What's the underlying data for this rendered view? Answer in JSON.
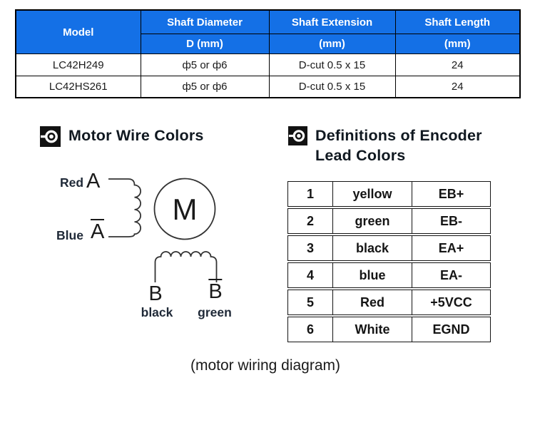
{
  "colors": {
    "header_blue": "#1470E6",
    "table_border": "#000000",
    "text_dark": "#1a1a1a"
  },
  "spec_table": {
    "header": {
      "model": "Model",
      "shaft_diameter_top": "Shaft Diameter",
      "shaft_diameter_bottom": "D (mm)",
      "shaft_extension_top": "Shaft Extension",
      "shaft_extension_bottom": "(mm)",
      "shaft_length_top": "Shaft Length",
      "shaft_length_bottom": "(mm)"
    },
    "rows": [
      {
        "model": "LC42H249",
        "diameter": "ф5 or ф6",
        "extension": "D-cut 0.5 x 15",
        "length": "24"
      },
      {
        "model": "LC42HS261",
        "diameter": "ф5 or ф6",
        "extension": "D-cut 0.5 x 15",
        "length": "24"
      }
    ]
  },
  "headings": {
    "motor_wire_colors": "Motor Wire Colors",
    "encoder_line1": "Definitions of Encoder",
    "encoder_line2": "Lead Colors"
  },
  "wiring_diagram": {
    "motor_symbol": "M",
    "phase_a": {
      "positive_color": "Red",
      "positive_terminal": "A",
      "negative_color": "Blue",
      "negative_terminal": "A"
    },
    "phase_b": {
      "positive_terminal": "B",
      "negative_terminal": "B",
      "positive_color": "black",
      "negative_color": "green"
    }
  },
  "encoder_table": {
    "rows": [
      {
        "pin": "1",
        "color": "yellow",
        "signal": "EB+"
      },
      {
        "pin": "2",
        "color": "green",
        "signal": "EB-"
      },
      {
        "pin": "3",
        "color": "black",
        "signal": "EA+"
      },
      {
        "pin": "4",
        "color": "blue",
        "signal": "EA-"
      },
      {
        "pin": "5",
        "color": "Red",
        "signal": "+5VCC"
      },
      {
        "pin": "6",
        "color": "White",
        "signal": "EGND"
      }
    ]
  },
  "caption": "(motor wiring diagram)"
}
